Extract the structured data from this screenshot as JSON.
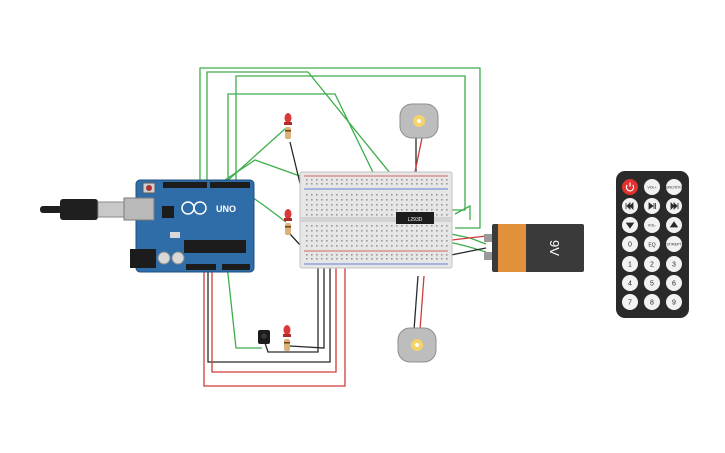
{
  "colors": {
    "background": "#ffffff",
    "wire_green": "#3dae4a",
    "wire_red": "#d23a3a",
    "wire_black": "#2a2a2a",
    "arduino_board": "#2f6da8",
    "breadboard": "#e6e6e6",
    "battery_body": "#3a3a3a",
    "battery_band": "#e0913a",
    "remote_body": "#2a2a2a",
    "motor_body": "#bdbdbd",
    "led_red": "#d83a3a"
  },
  "components": {
    "arduino": {
      "label": "UNO"
    },
    "driver_chip": {
      "label": "L293D"
    },
    "battery": {
      "label": "9V"
    },
    "remote": {
      "buttons": [
        {
          "label": "",
          "icon": "power-icon"
        },
        {
          "label": "VOL+"
        },
        {
          "label": "FUNC/STOP"
        },
        {
          "label": "",
          "icon": "skip-back-icon"
        },
        {
          "label": "",
          "icon": "play-pause-icon"
        },
        {
          "label": "",
          "icon": "skip-forward-icon"
        },
        {
          "label": "",
          "icon": "arrow-down-icon"
        },
        {
          "label": "VOL-"
        },
        {
          "label": "",
          "icon": "arrow-up-icon"
        },
        {
          "label": "0"
        },
        {
          "label": "EQ"
        },
        {
          "label": "ST/REPT"
        },
        {
          "label": "1"
        },
        {
          "label": "2"
        },
        {
          "label": "3"
        },
        {
          "label": "4"
        },
        {
          "label": "5"
        },
        {
          "label": "6"
        },
        {
          "label": "7"
        },
        {
          "label": "8"
        },
        {
          "label": "9"
        }
      ]
    }
  }
}
